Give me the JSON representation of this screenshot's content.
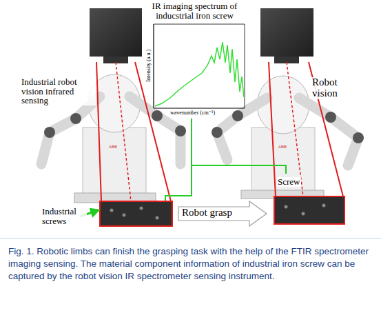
{
  "diagram": {
    "caption": "Fig. 1. Robotic limbs can finish the grasping task with the help of the FTIR spectrometer imaging sensing. The material component information of industrial iron screw can be captured by the robot vision IR spectrometer sensing instrument.",
    "nodes": [
      {
        "text": [
          "IR imaging spectrum of inducstrial iron screw"
        ]
      },
      {
        "text": [
          "Robot grasp"
        ]
      }
    ],
    "labels": [
      "Intensity (a.u.)",
      "wavenumber (cm⁻¹)",
      "Industrial robot vision infrared sensing",
      "Robot vision",
      "Screw",
      "Industrial screws"
    ]
  }
}
